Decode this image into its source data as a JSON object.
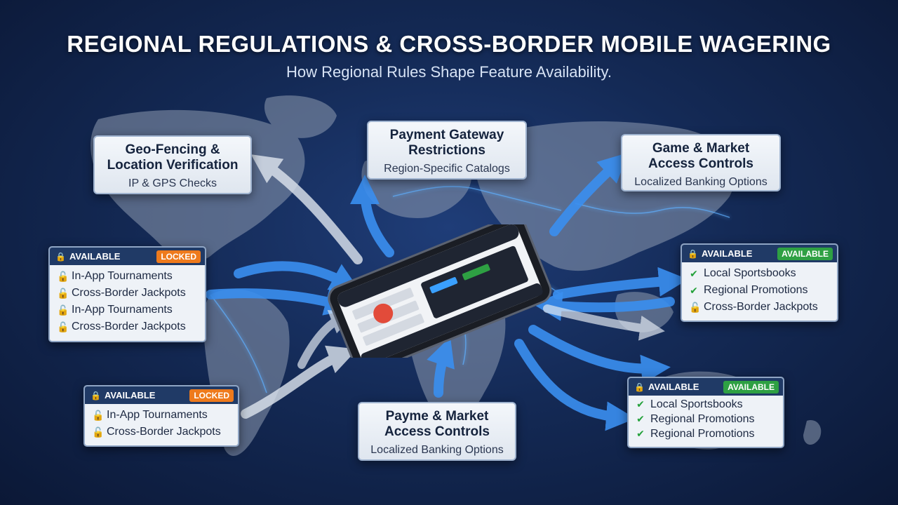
{
  "header": {
    "title": "REGIONAL REGULATIONS & CROSS-BORDER MOBILE WAGERING",
    "subtitle": "How Regional Rules Shape Feature Availability."
  },
  "info_boxes": {
    "geo": {
      "heading_1": "Geo-Fencing &",
      "heading_2": "Location Verification",
      "sub": "IP & GPS Checks"
    },
    "payment": {
      "heading_1": "Payment Gateway",
      "heading_2": "Restrictions",
      "sub": "Region-Specific Catalogs"
    },
    "game": {
      "heading_1": "Game & Market",
      "heading_2": "Access Controls",
      "sub": "Localized Banking Options"
    },
    "payme": {
      "heading_1": "Payme & Market",
      "heading_2": "Access Controls",
      "sub": "Localized Banking Options"
    }
  },
  "panels": {
    "left_top": {
      "status": "AVAILABLE",
      "badge": "LOCKED",
      "badge_type": "locked",
      "items": [
        "In-App Tournaments",
        "Cross-Border Jackpots",
        "In-App Tournaments",
        "Cross-Border Jackpots"
      ]
    },
    "left_bottom": {
      "status": "AVAILABLE",
      "badge": "LOCKED",
      "badge_type": "locked",
      "items": [
        "In-App Tournaments",
        "Cross-Border Jackpots"
      ]
    },
    "right_top": {
      "status": "AVAILABLE",
      "badge": "AVAILABLE",
      "badge_type": "available",
      "items": [
        "Local Sportsbooks",
        "Regional Promotions",
        "Cross-Border Jackpots"
      ]
    },
    "right_bottom": {
      "status": "AVAILABLE",
      "badge": "AVAILABLE",
      "badge_type": "available",
      "items": [
        "Local Sportsbooks",
        "Regional Promotions",
        "Regional Promotions"
      ]
    }
  },
  "colors": {
    "background": "#142a56",
    "locked_badge": "#ee7a1c",
    "available_badge": "#2ea043",
    "panel_header": "#203a66",
    "arrow_blue": "#3a8ff0",
    "arrow_white": "#dfe6ef"
  },
  "icons": {
    "lock": "lock-icon",
    "check": "check-icon"
  }
}
